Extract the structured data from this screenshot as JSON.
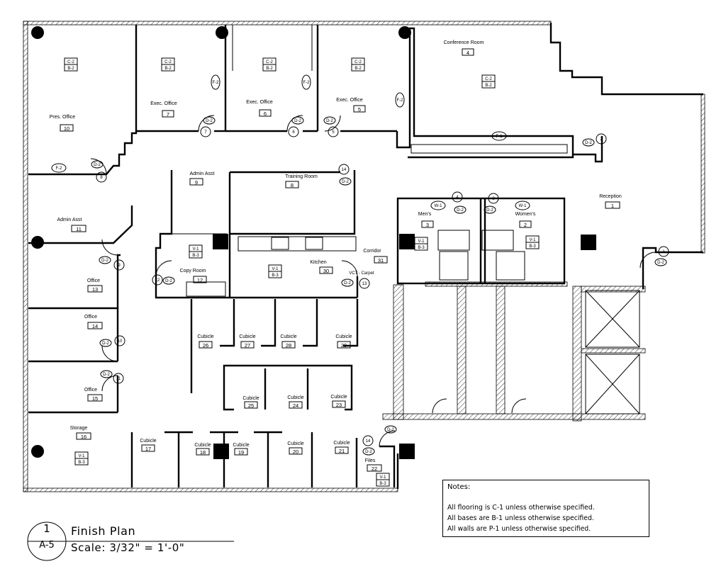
{
  "rooms": {
    "pres_office": {
      "name": "Pres. Office",
      "number": "10",
      "ceiling": "C-2",
      "base": "B-2"
    },
    "exec_office_7": {
      "name": "Exec. Office",
      "number": "7",
      "ceiling": "C-2",
      "base": "B-2"
    },
    "exec_office_6": {
      "name": "Exec. Office",
      "number": "6",
      "ceiling": "C-2",
      "base": "B-2"
    },
    "exec_office_5": {
      "name": "Exec. Office",
      "number": "5",
      "ceiling": "C-2",
      "base": "B-2"
    },
    "conference": {
      "name": "Conference Room",
      "number": "4",
      "ceiling": "C-2",
      "base": "B-2"
    },
    "admin_asst_9": {
      "name": "Admin Asst",
      "number": "9"
    },
    "training": {
      "name": "Training Room",
      "number": "8"
    },
    "reception": {
      "name": "Reception",
      "number": "1"
    },
    "admin_asst_11": {
      "name": "Admin Asst",
      "number": "11"
    },
    "mens": {
      "name": "Men's",
      "number": "3",
      "wall": "V-1",
      "base": "B-3"
    },
    "womens": {
      "name": "Women's",
      "number": "2",
      "wall": "V-1",
      "base": "B-3"
    },
    "copy_room": {
      "name": "Copy Room",
      "number": "12",
      "wall": "V-1",
      "base": "B-3"
    },
    "kitchen": {
      "name": "Kitchen",
      "number": "30",
      "wall": "V-1",
      "base": "B-3"
    },
    "corridor": {
      "name": "Corridor",
      "number": "31"
    },
    "office_13": {
      "name": "Office",
      "number": "13"
    },
    "office_14": {
      "name": "Office",
      "number": "14"
    },
    "office_15": {
      "name": "Office",
      "number": "15"
    },
    "storage": {
      "name": "Storage",
      "number": "16",
      "wall": "V-1",
      "base": "B-3"
    },
    "files": {
      "name": "Files",
      "number": "22",
      "wall": "V-1",
      "base": "B-3"
    },
    "cubicles": [
      {
        "name": "Cubicle",
        "number": "26"
      },
      {
        "name": "Cubicle",
        "number": "27"
      },
      {
        "name": "Cubicle",
        "number": "28"
      },
      {
        "name": "Cubicle",
        "number": "29"
      },
      {
        "name": "Cubicle",
        "number": "25"
      },
      {
        "name": "Cubicle",
        "number": "24"
      },
      {
        "name": "Cubicle",
        "number": "23"
      },
      {
        "name": "Cubicle",
        "number": "17"
      },
      {
        "name": "Cubicle",
        "number": "18"
      },
      {
        "name": "Cubicle",
        "number": "19"
      },
      {
        "name": "Cubicle",
        "number": "20"
      },
      {
        "name": "Cubicle",
        "number": "21"
      }
    ]
  },
  "annotations": {
    "vct_carpet": "VCT - Carpet",
    "floor_tags": [
      "F-2",
      "F-2",
      "F-2",
      "F-2",
      "F-1"
    ],
    "window_tags": [
      "W-1",
      "W-1"
    ],
    "door_tags": [
      "1",
      "2",
      "3",
      "4",
      "5",
      "6",
      "7",
      "8",
      "9",
      "10",
      "11",
      "12",
      "13",
      "14",
      "14"
    ],
    "transition_tag": "D-2"
  },
  "notes": {
    "title": "Notes:",
    "lines": [
      "All flooring is C-1 unless otherwise specified.",
      "All bases are B-1 unless otherwise specified.",
      "All walls are P-1 unless otherwise specified."
    ]
  },
  "title_block": {
    "detail_number": "1",
    "sheet": "A-5",
    "title": "Finish Plan",
    "scale": "Scale:  3/32\"  =  1'-0\""
  }
}
